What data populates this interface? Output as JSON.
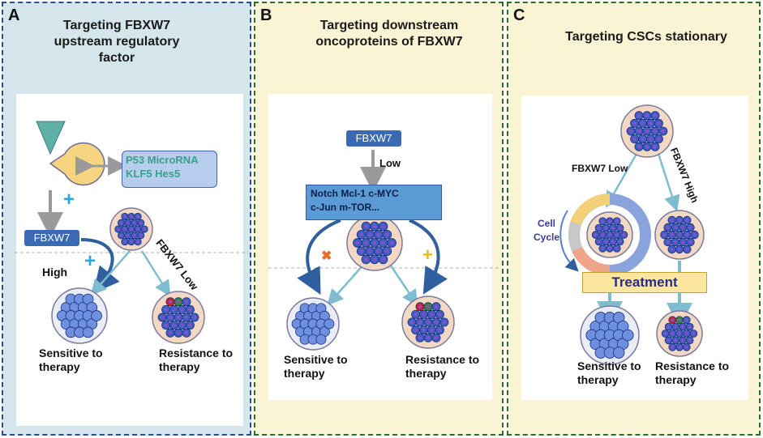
{
  "panelA": {
    "letter": "A",
    "title": "Targeting FBXW7\nupstream regulatory\nfactor",
    "regulators": "P53  MicroRNA\nKLF5  Hes5",
    "fbxw7": "FBXW7",
    "high": "High",
    "low_arrow": "FBXW7 Low",
    "sensitive": "Sensitive to\ntherapy",
    "resistance": "Resistance to\ntherapy",
    "plus": "+"
  },
  "panelB": {
    "letter": "B",
    "title": "Targeting downstream\noncoproteins of FBXW7",
    "fbxw7": "FBXW7",
    "low": "Low",
    "oncoproteins": "Notch  Mcl-1 c-MYC\nc-Jun  m-TOR...",
    "sensitive": "Sensitive to\ntherapy",
    "resistance": "Resistance to\ntherapy",
    "cross": "✖",
    "plus": "+"
  },
  "panelC": {
    "letter": "C",
    "title": "Targeting  CSCs stationary",
    "fbxw7_low": "FBXW7 Low",
    "fbxw7_high": "FBXW7 High",
    "cell_cycle": "Cell\nCycle",
    "treatment": "Treatment",
    "sensitive": "Sensitive to\ntherapy",
    "resistance": "Resistance to\ntherapy"
  },
  "colors": {
    "panel_a_bg": "#d4e6ec",
    "panel_bc_bg": "#fbf4d4",
    "fbxw7_box": "#3a6ab3",
    "plus_cyan": "#2aa7e0",
    "cross_orange": "#e8702a",
    "plus_yellow": "#e8b820",
    "cell_fill": "#3b5fc8",
    "dish_fill": "#f3d9c4"
  }
}
